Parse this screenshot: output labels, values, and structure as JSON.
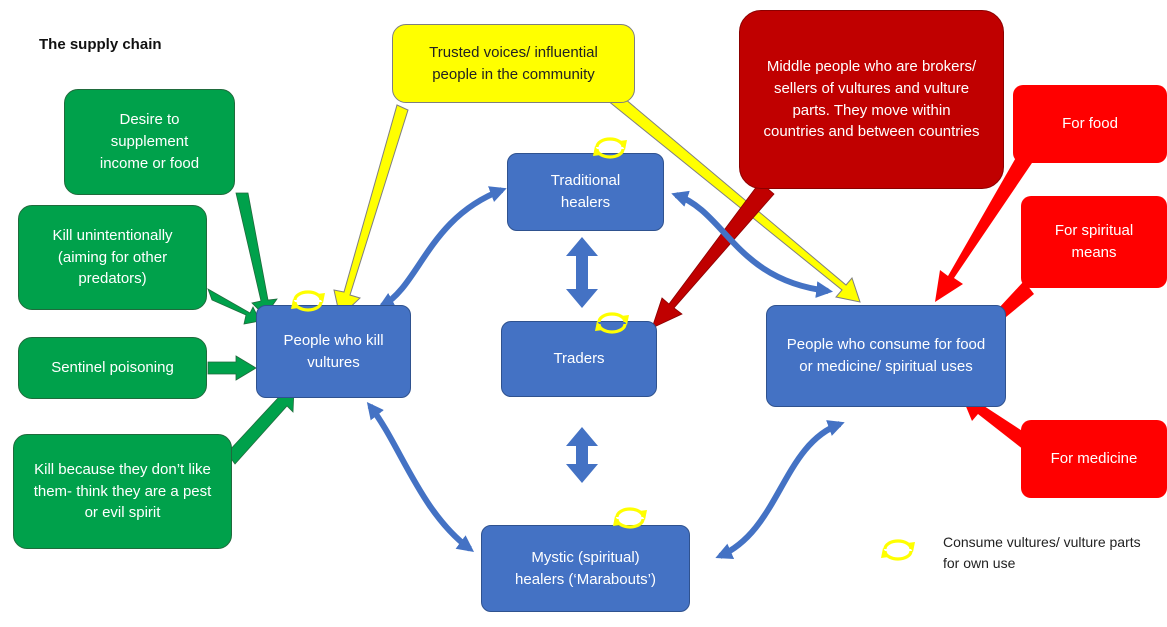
{
  "title": "The supply chain",
  "boxes": {
    "desire": "Desire to supplement income or food",
    "kill_unintentional": "Kill unintentionally (aiming for other predators)",
    "sentinel": "Sentinel poisoning",
    "kill_dislike": "Kill because they don’t like them- think they are a pest or evil spirit",
    "trusted": "Trusted voices/ influential people in the community",
    "middle": "Middle people who are brokers/ sellers of vultures and vulture parts.  They move within countries and between countries",
    "traditional": "Traditional healers",
    "traders": "Traders",
    "mystic": "Mystic (spiritual) healers (‘Marabouts’)",
    "killers": "People who kill vultures",
    "consumers": "People who consume for food or medicine/ spiritual uses",
    "for_food": "For food",
    "for_spiritual": "For spiritual means",
    "for_medicine": "For medicine"
  },
  "legend": {
    "icon": "cycle-arrows-icon",
    "text": "Consume vultures/ vulture parts for own use"
  },
  "colors": {
    "green": "#00a14b",
    "blue": "#4472c4",
    "yellow": "#ffff00",
    "dark_red": "#c00000",
    "red": "#ff0000"
  }
}
